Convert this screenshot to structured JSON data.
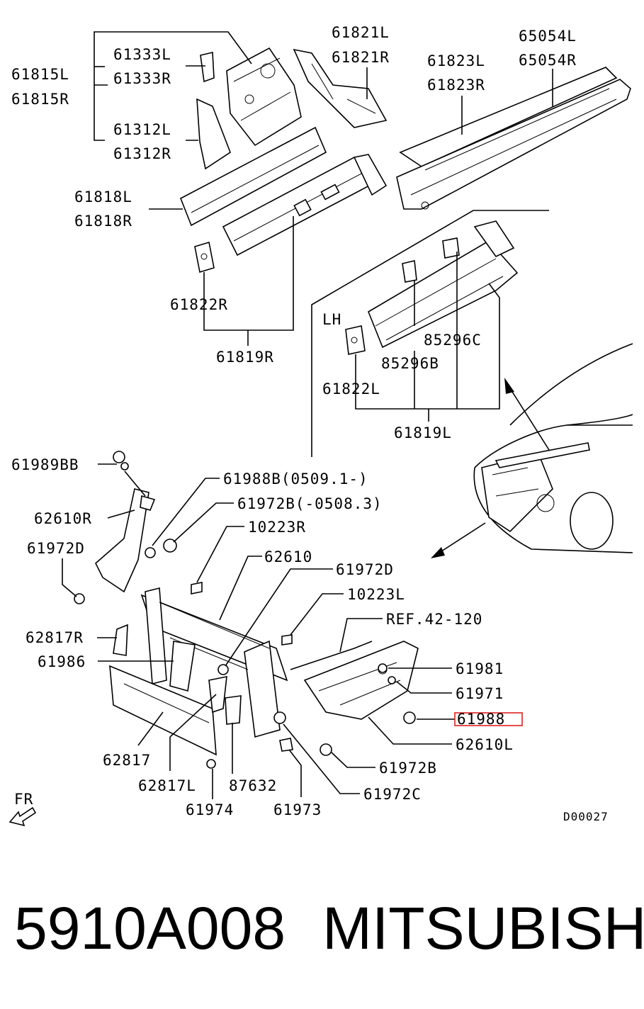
{
  "callouts": {
    "c61815L": "61815L",
    "c61815R": "61815R",
    "c61333L": "61333L",
    "c61333R": "61333R",
    "c61312L": "61312L",
    "c61312R": "61312R",
    "c61821L": "61821L",
    "c61821R": "61821R",
    "c61823L": "61823L",
    "c61823R": "61823R",
    "c65054L": "65054L",
    "c65054R": "65054R",
    "c61818L": "61818L",
    "c61818R": "61818R",
    "c61822R": "61822R",
    "c61819R": "61819R",
    "lh": "LH",
    "c85296C": "85296C",
    "c85296B": "85296B",
    "c61822L": "61822L",
    "c61819L": "61819L",
    "c61989BB": "61989BB",
    "c61988B": "61988B(0509.1-)",
    "c61972B_range": "61972B(-0508.3)",
    "c10223R": "10223R",
    "c62610R": "62610R",
    "c62610": "62610",
    "c61972D_left": "61972D",
    "c61972D_right": "61972D",
    "c10223L": "10223L",
    "c62817R": "62817R",
    "ref": "REF.42-120",
    "c61986": "61986",
    "c61981": "61981",
    "c61971": "61971",
    "c61988": "61988",
    "c62610L": "62610L",
    "c61972B": "61972B",
    "c62817": "62817",
    "c62817L": "62817L",
    "c87632": "87632",
    "c61972C": "61972C",
    "c61974": "61974",
    "c61973": "61973",
    "fr": "FR",
    "diagram_code": "D00027"
  },
  "footer": {
    "part_number": "5910A008",
    "brand": "MITSUBISHI"
  },
  "colors": {
    "highlight": "#e02020"
  }
}
